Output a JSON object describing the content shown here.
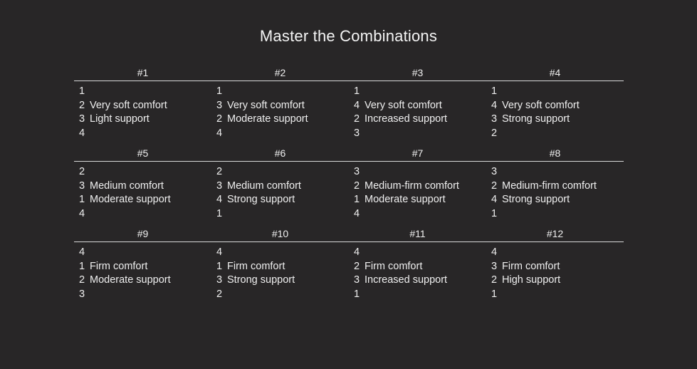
{
  "title": "Master the Combinations",
  "combinations": [
    {
      "label": "#1",
      "lines": [
        {
          "num": "1",
          "text": ""
        },
        {
          "num": "2",
          "text": "Very soft comfort"
        },
        {
          "num": "3",
          "text": "Light support"
        },
        {
          "num": "4",
          "text": ""
        }
      ]
    },
    {
      "label": "#2",
      "lines": [
        {
          "num": "1",
          "text": ""
        },
        {
          "num": "3",
          "text": "Very soft comfort"
        },
        {
          "num": "2",
          "text": "Moderate support"
        },
        {
          "num": "4",
          "text": ""
        }
      ]
    },
    {
      "label": "#3",
      "lines": [
        {
          "num": "1",
          "text": ""
        },
        {
          "num": "4",
          "text": "Very soft comfort"
        },
        {
          "num": "2",
          "text": "Increased support"
        },
        {
          "num": "3",
          "text": ""
        }
      ]
    },
    {
      "label": "#4",
      "lines": [
        {
          "num": "1",
          "text": ""
        },
        {
          "num": "4",
          "text": "Very soft comfort"
        },
        {
          "num": "3",
          "text": "Strong support"
        },
        {
          "num": "2",
          "text": ""
        }
      ]
    },
    {
      "label": "#5",
      "lines": [
        {
          "num": "2",
          "text": ""
        },
        {
          "num": "3",
          "text": "Medium comfort"
        },
        {
          "num": "1",
          "text": "Moderate support"
        },
        {
          "num": "4",
          "text": ""
        }
      ]
    },
    {
      "label": "#6",
      "lines": [
        {
          "num": "2",
          "text": ""
        },
        {
          "num": "3",
          "text": "Medium comfort"
        },
        {
          "num": "4",
          "text": "Strong support"
        },
        {
          "num": "1",
          "text": ""
        }
      ]
    },
    {
      "label": "#7",
      "lines": [
        {
          "num": "3",
          "text": ""
        },
        {
          "num": "2",
          "text": "Medium-firm comfort"
        },
        {
          "num": "1",
          "text": "Moderate support"
        },
        {
          "num": "4",
          "text": ""
        }
      ]
    },
    {
      "label": "#8",
      "lines": [
        {
          "num": "3",
          "text": ""
        },
        {
          "num": "2",
          "text": "Medium-firm comfort"
        },
        {
          "num": "4",
          "text": "Strong support"
        },
        {
          "num": "1",
          "text": ""
        }
      ]
    },
    {
      "label": "#9",
      "lines": [
        {
          "num": "4",
          "text": ""
        },
        {
          "num": "1",
          "text": "Firm comfort"
        },
        {
          "num": "2",
          "text": "Moderate support"
        },
        {
          "num": "3",
          "text": ""
        }
      ]
    },
    {
      "label": "#10",
      "lines": [
        {
          "num": "4",
          "text": ""
        },
        {
          "num": "1",
          "text": "Firm comfort"
        },
        {
          "num": "3",
          "text": "Strong support"
        },
        {
          "num": "2",
          "text": ""
        }
      ]
    },
    {
      "label": "#11",
      "lines": [
        {
          "num": "4",
          "text": ""
        },
        {
          "num": "2",
          "text": "Firm comfort"
        },
        {
          "num": "3",
          "text": "Increased support"
        },
        {
          "num": "1",
          "text": ""
        }
      ]
    },
    {
      "label": "#12",
      "lines": [
        {
          "num": "4",
          "text": ""
        },
        {
          "num": "3",
          "text": "Firm comfort"
        },
        {
          "num": "2",
          "text": "High support"
        },
        {
          "num": "1",
          "text": ""
        }
      ]
    }
  ]
}
